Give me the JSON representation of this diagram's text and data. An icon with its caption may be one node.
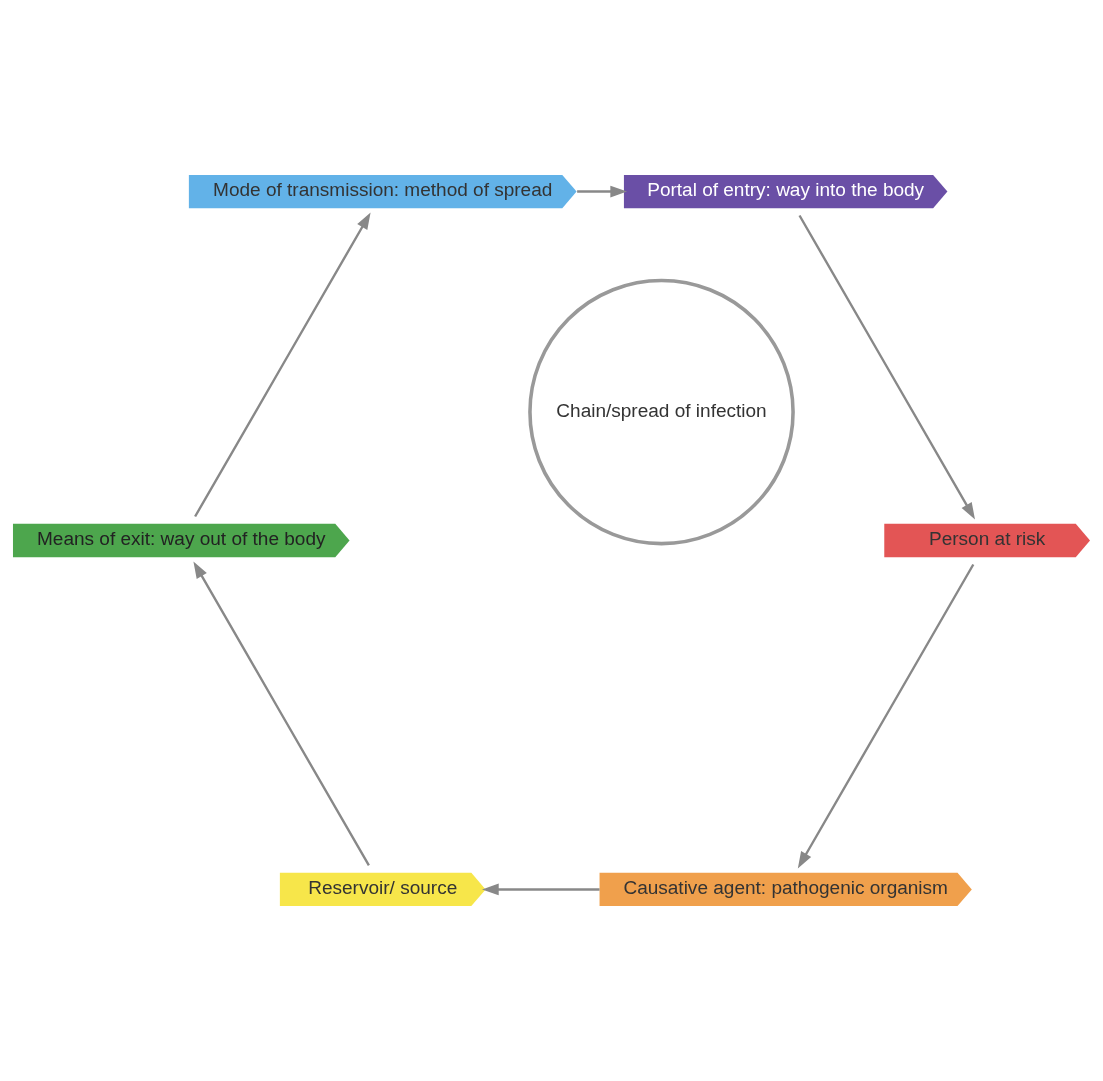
{
  "diagram": {
    "nodes": [
      {
        "text": [
          "Causative agent: pathogenic organism"
        ]
      },
      {
        "text": [
          "Reservoir/ source"
        ]
      },
      {
        "text": [
          "Means of exit: way out of the body"
        ]
      },
      {
        "text": [
          "Mode of transmission: method of spread"
        ]
      },
      {
        "text": [
          "Portal of entry: way into the body"
        ]
      },
      {
        "text": [
          "Person at risk"
        ]
      },
      {
        "text": [
          "Chain/spread of infection"
        ]
      }
    ],
    "edges": [
      {
        "from": 0,
        "to": 1,
        "arrow": "to"
      },
      {
        "from": 1,
        "to": 2,
        "arrow": "to"
      },
      {
        "from": 2,
        "to": 3,
        "arrow": "to"
      },
      {
        "from": 3,
        "to": 4,
        "arrow": "to"
      },
      {
        "from": 4,
        "to": 5,
        "arrow": "to"
      },
      {
        "from": 5,
        "to": 0,
        "arrow": "to"
      }
    ]
  }
}
